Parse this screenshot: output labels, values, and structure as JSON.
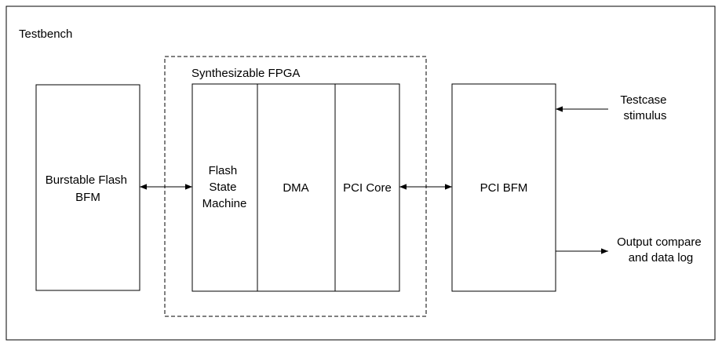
{
  "diagram": {
    "container_label": "Testbench",
    "fpga_label": "Synthesizable FPGA",
    "blocks": {
      "flash_bfm": [
        "Burstable Flash",
        "BFM"
      ],
      "flash_state_machine": [
        "Flash",
        "State",
        "Machine"
      ],
      "dma": [
        "DMA"
      ],
      "pci_core": [
        "PCI Core"
      ],
      "pci_bfm": [
        "PCI BFM"
      ]
    },
    "io": {
      "testcase_stimulus": [
        "Testcase",
        "stimulus"
      ],
      "output_compare": [
        "Output compare",
        "and data log"
      ]
    }
  }
}
